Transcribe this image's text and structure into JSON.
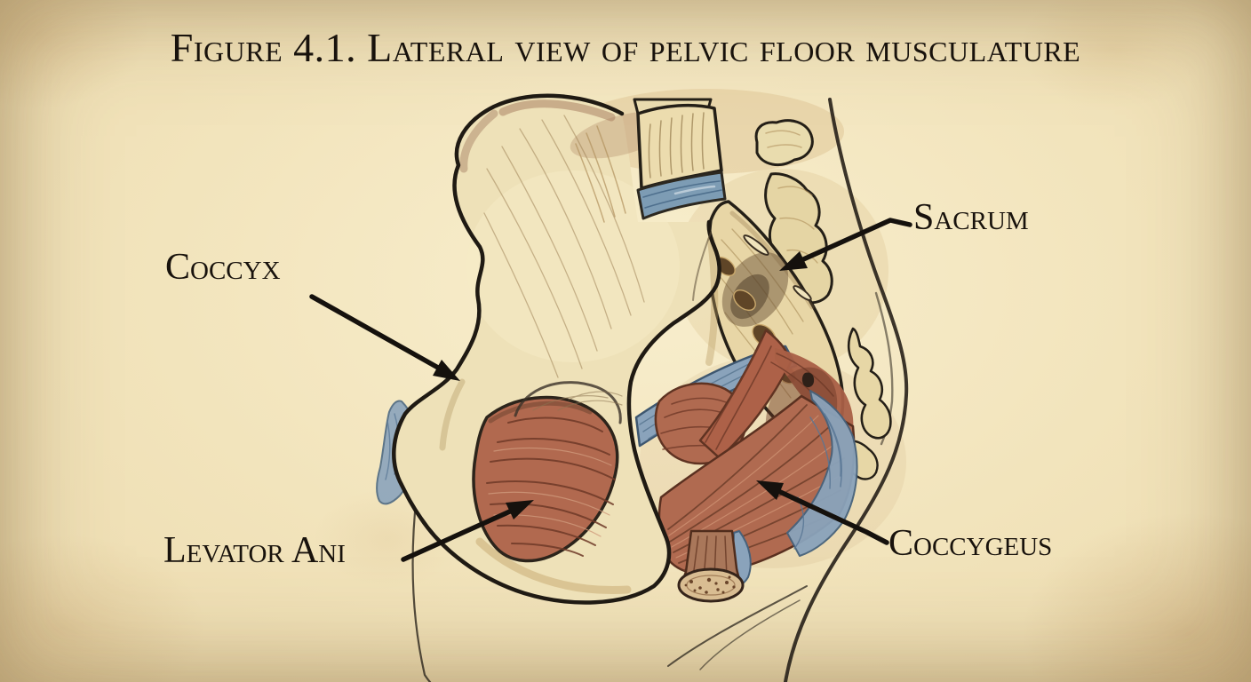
{
  "figure": {
    "title": "Figure 4.1. Lateral view of pelvic floor musculature"
  },
  "labels": {
    "sacrum": "Sacrum",
    "coccyx": "Coccyx",
    "levator_ani": "Levator Ani",
    "coccygeus": "Coccygeus"
  },
  "palette": {
    "paper": "#f2e4bc",
    "paper_edge": "#d9bd8c",
    "ink_outline": "#221c15",
    "annotation_ink": "#15110d",
    "bone": "#eee1b8",
    "bone_shade": "#c9ab74",
    "muscle_red": "#b06a50",
    "muscle_dark": "#6f3a28",
    "ligament_blue": "#8ba4bc",
    "disc_blue": "#7d9cb4",
    "rectum_brown": "#a9775a"
  }
}
